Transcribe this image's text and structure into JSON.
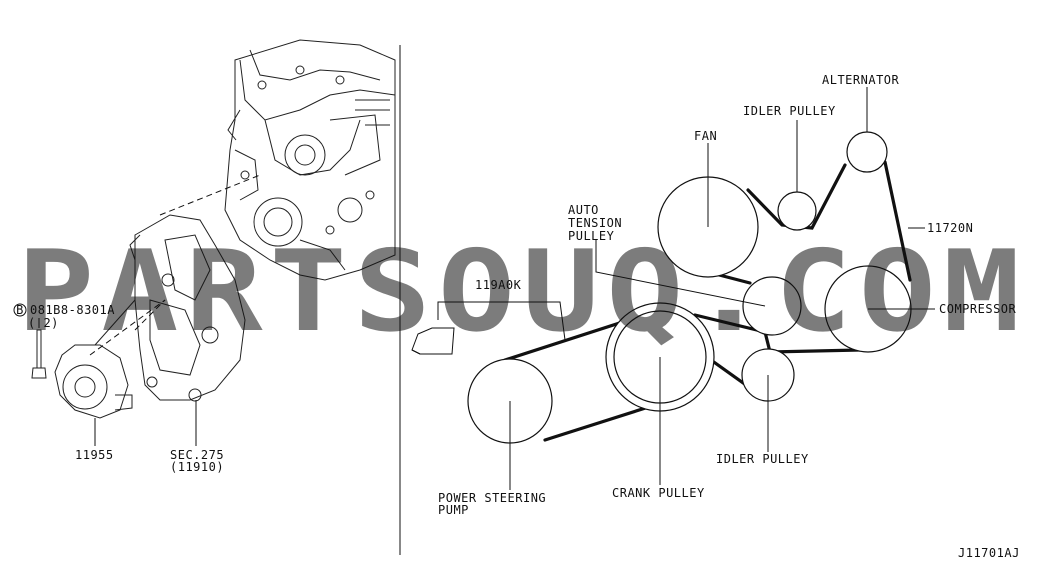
{
  "watermark": "PARTSOUQ.COM",
  "left_panel": {
    "bolt_part_no": "081B8-8301A",
    "bolt_qty": "( 2)",
    "bolt_marker": "B",
    "tensioner_part_no": "11955",
    "section_ref": "SEC.275",
    "section_sub_ref": "(11910)"
  },
  "right_panel": {
    "labels": {
      "alternator": "ALTERNATOR",
      "idler_pulley_top": "IDLER PULLEY",
      "fan": "FAN",
      "auto_tension_line1": "AUTO",
      "auto_tension_line2": "TENSION",
      "auto_tension_line3": "PULLEY",
      "belt_part_no": "11720N",
      "belt_part_no_2": "119A0K",
      "compressor": "COMPRESSOR",
      "idler_pulley_bottom": "IDLER PULLEY",
      "crank_pulley": "CRANK PULLEY",
      "ps_pump_line1": "POWER STEERING",
      "ps_pump_line2": "PUMP"
    }
  },
  "diagram_code": "J11701AJ"
}
